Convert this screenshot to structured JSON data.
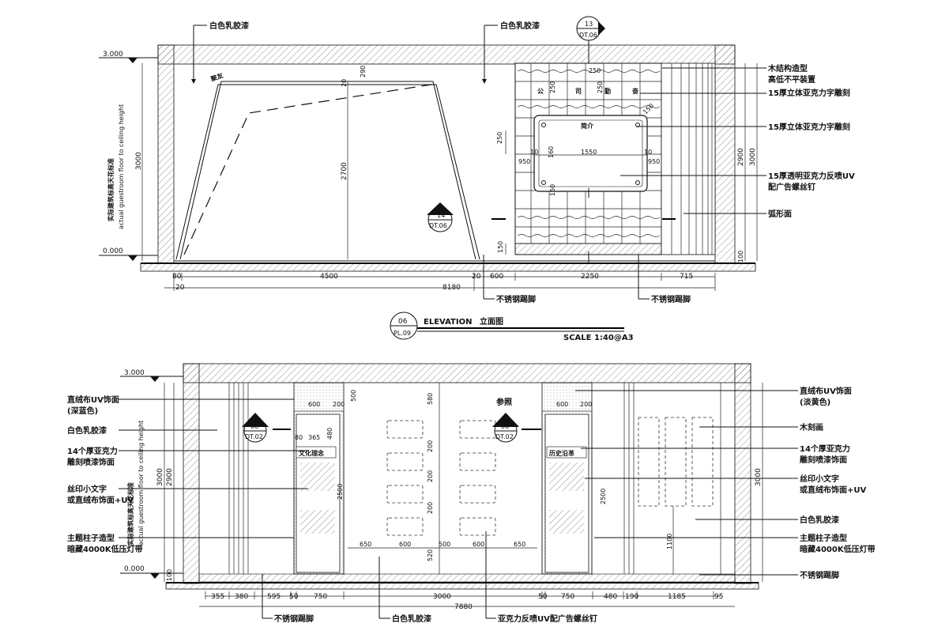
{
  "top": {
    "levels": {
      "ceiling": "3.000",
      "floor": "0.000"
    },
    "vert_text_cn": "实际建筑标高天花标准",
    "vert_text_en": "actual guestroom floor to ceiling height",
    "left_height": "3000",
    "annot_top_left": "白色乳胶漆",
    "annot_top_mid": "白色乳胶漆",
    "logo_mark": "聚友",
    "section_13": {
      "num": "13",
      "sheet": "DT.06"
    },
    "section_14": {
      "num": "14",
      "sheet": "DT.06"
    },
    "dim_290": "290",
    "dim_2700": "2700",
    "dim_20a": "20",
    "right_labels": [
      "木结构造型",
      "高低不平装置",
      "15厚立体亚克力字雕刻",
      "15厚立体亚克力字雕刻",
      "15厚透明亚克力反喷UV",
      "配广告螺丝钉",
      "弧形面"
    ],
    "panel_chars": [
      "公",
      "司",
      "勤",
      "奋"
    ],
    "panel_sign": "简介",
    "panel_dims": {
      "d250a": "250",
      "d250b": "250",
      "d250c": "250",
      "d150": "150",
      "d160": "160",
      "d1550": "1550",
      "d10a": "10",
      "d10b": "10",
      "d950a": "950",
      "d950b": "950",
      "d150b": "150",
      "d250d": "250",
      "d150c": "150"
    },
    "right_heights": {
      "h2900": "2900",
      "h3000": "3000",
      "h100": "100"
    },
    "bottom_dims": [
      "80",
      "4500",
      "20",
      "600",
      "2250",
      "715"
    ],
    "bottom_dim_left20": "20",
    "bottom_total": "8180",
    "steel_base_1": "不锈钢踢脚",
    "steel_base_2": "不锈钢踢脚",
    "title": {
      "num": "06",
      "sheet": "PL.09",
      "name": "ELEVATION",
      "name_cn": "立面图",
      "scale": "SCALE 1:40@A3"
    }
  },
  "bottom": {
    "levels": {
      "ceiling": "3.000",
      "floor": "0.000"
    },
    "vert_text_cn": "实际建筑标高天花标准",
    "vert_text_en": "actual guestroom floor to ceiling height",
    "left_heights": {
      "h3000": "3000",
      "h2900": "2900",
      "h100": "100"
    },
    "left_labels": [
      "直绒布UV饰面",
      "(深蓝色)",
      "白色乳胶漆",
      "14个厚亚克力",
      "雕刻喷漆饰面",
      "丝印小文字",
      "或直绒布饰面+UV",
      "主题柱子造型",
      "暗藏4000K低压灯带"
    ],
    "right_labels": [
      "直绒布UV饰面",
      "(淡黄色)",
      "木刻画",
      "14个厚亚克力",
      "雕刻喷漆饰面",
      "丝印小文字",
      "或直绒布饰面+UV",
      "白色乳胶漆",
      "主题柱子造型",
      "暗藏4000K低压灯带",
      "不锈钢踢脚"
    ],
    "right_height": "3000",
    "section_l": {
      "num": "06",
      "sheet": "DT.02"
    },
    "section_r": {
      "num": "06",
      "sheet": "DT.02"
    },
    "column_title_l": "文化理念",
    "column_title_r": "历史沿革",
    "ref_label": "参照",
    "col_dims": {
      "d600a": "600",
      "d200a": "200",
      "d80": "80",
      "d365": "365",
      "d480": "480",
      "d2500": "2500",
      "d600b": "600",
      "d200b": "200",
      "d2500b": "2500"
    },
    "frame_dims": {
      "d500": "500",
      "d580": "580",
      "d200": "200",
      "d200b": "200",
      "d200c": "200",
      "d520": "520",
      "d1100": "1100"
    },
    "frame_row_dims": [
      "650",
      "600",
      "500",
      "600",
      "650"
    ],
    "bottom_dims": [
      "355",
      "380",
      "595",
      "50",
      "750",
      "3000",
      "50",
      "750",
      "480",
      "190",
      "1185",
      "95"
    ],
    "bottom_total": "7880",
    "callouts_bottom": [
      "不锈钢踢脚",
      "白色乳胶漆",
      "亚克力反喷UV配广告螺丝钉"
    ]
  }
}
